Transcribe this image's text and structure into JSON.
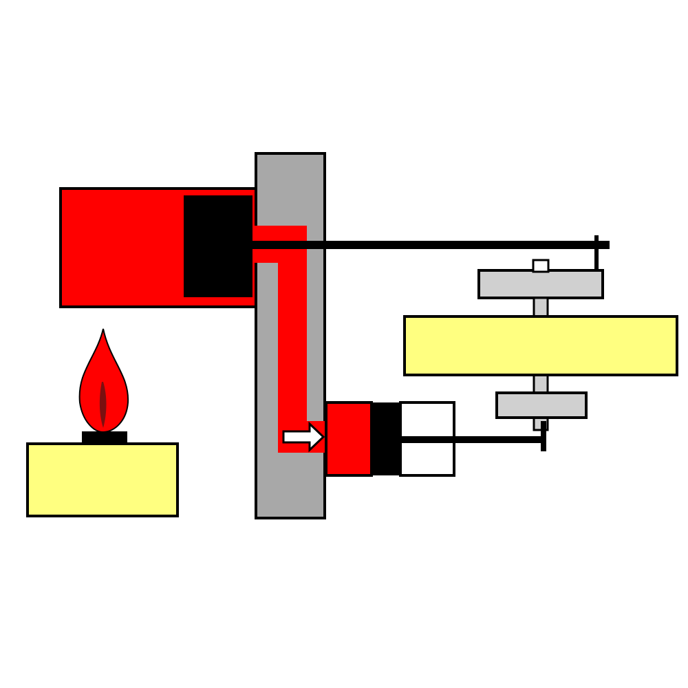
{
  "diagram": {
    "kind": "stirling-engine-schematic",
    "text_labels": [],
    "colors": {
      "background": "#ffffff",
      "outline": "#000000",
      "hot_gas": "#ff0000",
      "cylinder_wall": "#a8a8a8",
      "piston": "#000000",
      "burner_base": "#ffff80",
      "flywheel": "#ffff80",
      "flywheel_hub": "#d0d0d0",
      "cold_space": "#ffffff",
      "flame_core": "#7a1010",
      "flow_arrow_fill": "#ffffff"
    },
    "icons": {
      "flame": "flame-icon",
      "flow_arrow": "arrow-right-icon"
    },
    "parts": [
      "burner",
      "flame",
      "hot-cylinder",
      "displacer-piston",
      "cooling-wall",
      "gas-transfer-passage",
      "power-cylinder",
      "power-piston",
      "flow-arrow",
      "connecting-rods",
      "flywheel"
    ]
  }
}
